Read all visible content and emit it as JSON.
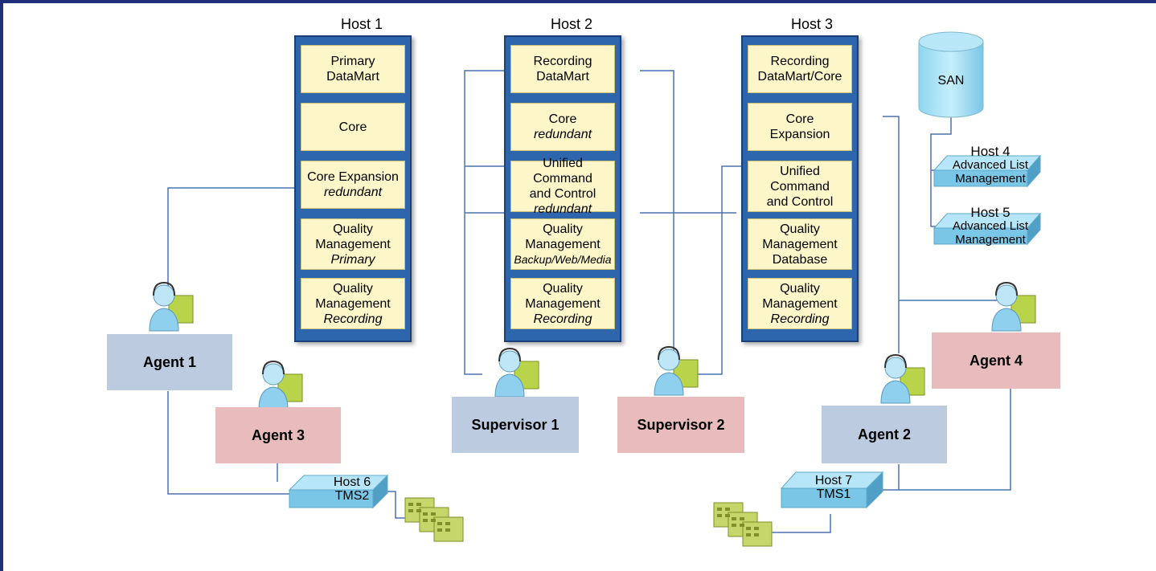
{
  "hosts": [
    {
      "title": "Host 1",
      "modules": [
        {
          "l1": "Primary",
          "l2": "DataMart",
          "l3": ""
        },
        {
          "l1": "Core",
          "l2": "",
          "l3": ""
        },
        {
          "l1": "Core Expansion",
          "l2": "",
          "l3": "redundant"
        },
        {
          "l1": "Quality",
          "l2": "Management",
          "l3": "Primary"
        },
        {
          "l1": "Quality",
          "l2": "Management",
          "l3": "Recording"
        }
      ]
    },
    {
      "title": "Host 2",
      "modules": [
        {
          "l1": "Recording",
          "l2": "DataMart",
          "l3": ""
        },
        {
          "l1": "Core",
          "l2": "",
          "l3": "redundant"
        },
        {
          "l1": "Unified Command",
          "l2": "and Control",
          "l3": "redundant"
        },
        {
          "l1": "Quality",
          "l2": "Management",
          "l3": "Backup/Web/Media"
        },
        {
          "l1": "Quality",
          "l2": "Management",
          "l3": "Recording"
        }
      ]
    },
    {
      "title": "Host 3",
      "modules": [
        {
          "l1": "Recording",
          "l2": "DataMart/Core",
          "l3": ""
        },
        {
          "l1": "Core",
          "l2": "Expansion",
          "l3": ""
        },
        {
          "l1": "Unified Command",
          "l2": "and Control",
          "l3": ""
        },
        {
          "l1": "Quality",
          "l2": "Management",
          "l3": "Database"
        },
        {
          "l1": "Quality",
          "l2": "Management",
          "l3": "Recording"
        }
      ]
    }
  ],
  "san": {
    "label": "SAN"
  },
  "host4": {
    "l1": "Host 4",
    "l2": "Advanced List",
    "l3": "Management"
  },
  "host5": {
    "l1": "Host 5",
    "l2": "Advanced List",
    "l3": "Management"
  },
  "host6": {
    "l1": "Host 6",
    "l2": "TMS2"
  },
  "host7": {
    "l1": "Host 7",
    "l2": "TMS1"
  },
  "agents": {
    "agent1": "Agent 1",
    "agent2": "Agent 2",
    "agent3": "Agent 3",
    "agent4": "Agent 4",
    "supervisor1": "Supervisor 1",
    "supervisor2": "Supervisor 2"
  },
  "colors": {
    "frame": "#1f2f7a",
    "host": "#2e66ad",
    "module": "#fdf6c8",
    "agent_blue": "#bccbe0",
    "agent_pink": "#e8bcbc",
    "line": "#4a74b4"
  },
  "icons": [
    "person-headset-icon",
    "server-icon",
    "database-cylinder-icon",
    "phone-bank-icon"
  ]
}
